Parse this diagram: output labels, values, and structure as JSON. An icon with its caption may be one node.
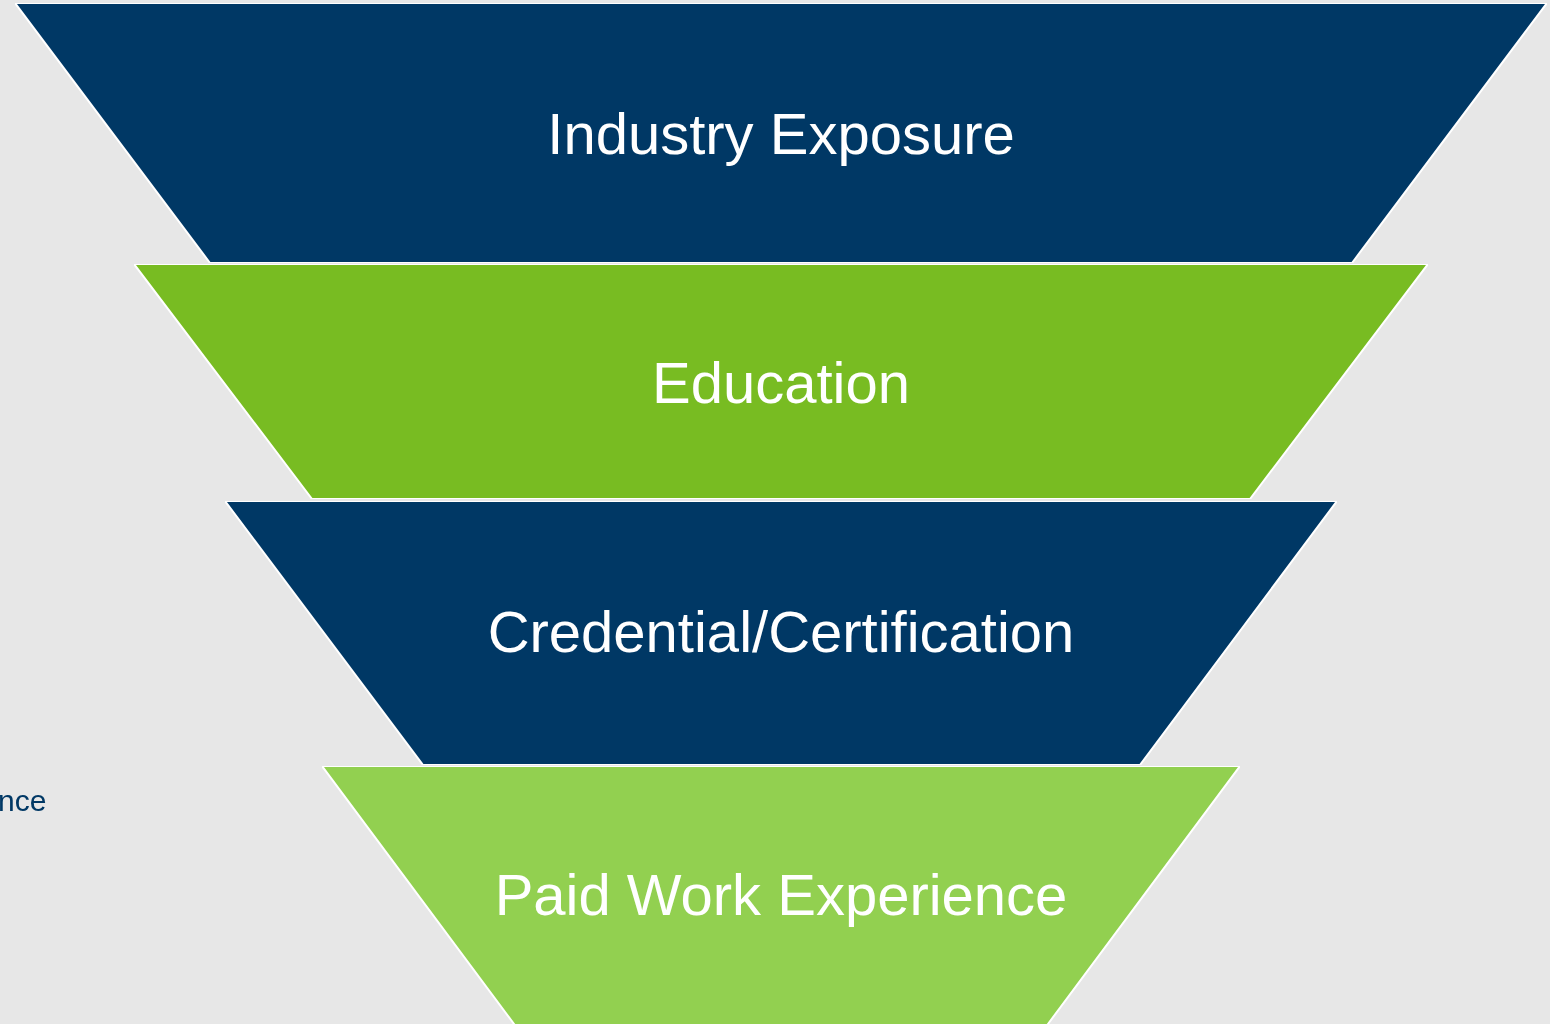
{
  "diagram": {
    "nodes": [
      {
        "text": [
          "Industry Exposure"
        ]
      },
      {
        "text": [
          "Education"
        ]
      },
      {
        "text": [
          "Credential/Certification"
        ]
      },
      {
        "text": [
          "Paid Work Experience"
        ]
      }
    ],
    "labels": [
      "nce"
    ]
  }
}
